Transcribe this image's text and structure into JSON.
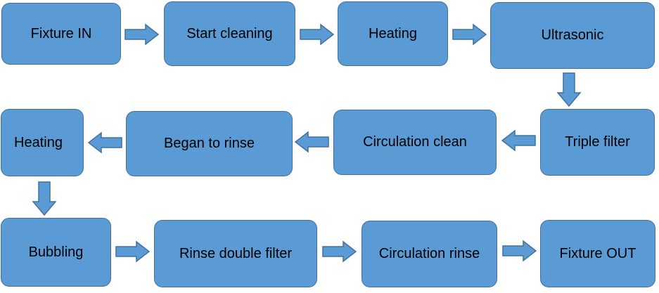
{
  "diagram": {
    "steps": [
      {
        "id": "fixture-in",
        "label": "Fixture IN"
      },
      {
        "id": "start-cleaning",
        "label": "Start cleaning"
      },
      {
        "id": "heating-1",
        "label": "Heating"
      },
      {
        "id": "ultrasonic",
        "label": "Ultrasonic"
      },
      {
        "id": "triple-filter",
        "label": "Triple filter"
      },
      {
        "id": "circulation-clean",
        "label": "Circulation clean"
      },
      {
        "id": "began-to-rinse",
        "label": "Began to rinse"
      },
      {
        "id": "heating-2",
        "label": "Heating"
      },
      {
        "id": "bubbling",
        "label": "Bubbling"
      },
      {
        "id": "rinse-double-filter",
        "label": "Rinse double filter"
      },
      {
        "id": "circulation-rinse",
        "label": "Circulation rinse"
      },
      {
        "id": "fixture-out",
        "label": "Fixture OUT"
      }
    ],
    "connections": [
      {
        "from": "fixture-in",
        "to": "start-cleaning",
        "direction": "right"
      },
      {
        "from": "start-cleaning",
        "to": "heating-1",
        "direction": "right"
      },
      {
        "from": "heating-1",
        "to": "ultrasonic",
        "direction": "right"
      },
      {
        "from": "ultrasonic",
        "to": "triple-filter",
        "direction": "down"
      },
      {
        "from": "triple-filter",
        "to": "circulation-clean",
        "direction": "left"
      },
      {
        "from": "circulation-clean",
        "to": "began-to-rinse",
        "direction": "left"
      },
      {
        "from": "began-to-rinse",
        "to": "heating-2",
        "direction": "left"
      },
      {
        "from": "heating-2",
        "to": "bubbling",
        "direction": "down"
      },
      {
        "from": "bubbling",
        "to": "rinse-double-filter",
        "direction": "right"
      },
      {
        "from": "rinse-double-filter",
        "to": "circulation-rinse",
        "direction": "right"
      },
      {
        "from": "circulation-rinse",
        "to": "fixture-out",
        "direction": "right"
      }
    ],
    "colors": {
      "box_fill": "#5b9bd5",
      "box_border": "#41719c",
      "text": "#000000"
    }
  }
}
